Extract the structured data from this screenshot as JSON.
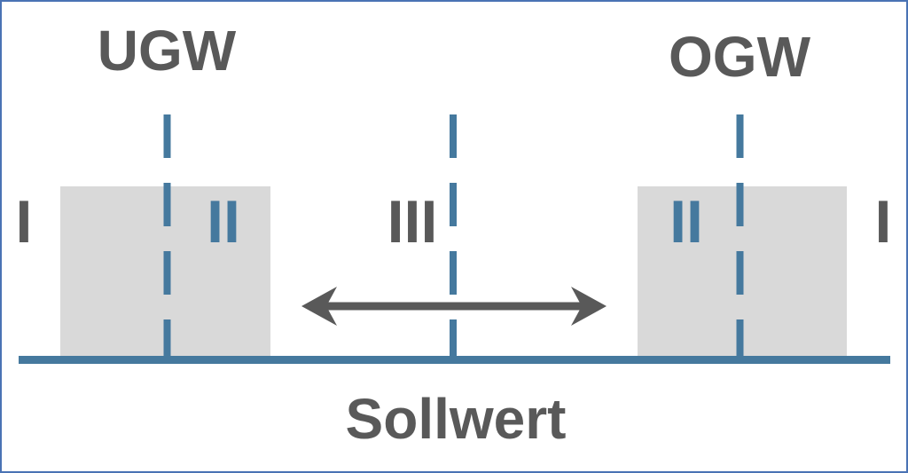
{
  "diagram": {
    "labels": {
      "lower_limit": "UGW",
      "upper_limit": "OGW",
      "setpoint": "Sollwert"
    },
    "markers": [
      {
        "id": "outer-left",
        "label": "I"
      },
      {
        "id": "inner-left",
        "label": "II"
      },
      {
        "id": "center",
        "label": "III"
      },
      {
        "id": "inner-right",
        "label": "II"
      },
      {
        "id": "outer-right",
        "label": "I"
      }
    ],
    "colors": {
      "accent_blue": "#45799E",
      "border_blue": "#4A73B4",
      "dark_gray": "#595959",
      "zone_gray": "#D9D9D9"
    }
  }
}
